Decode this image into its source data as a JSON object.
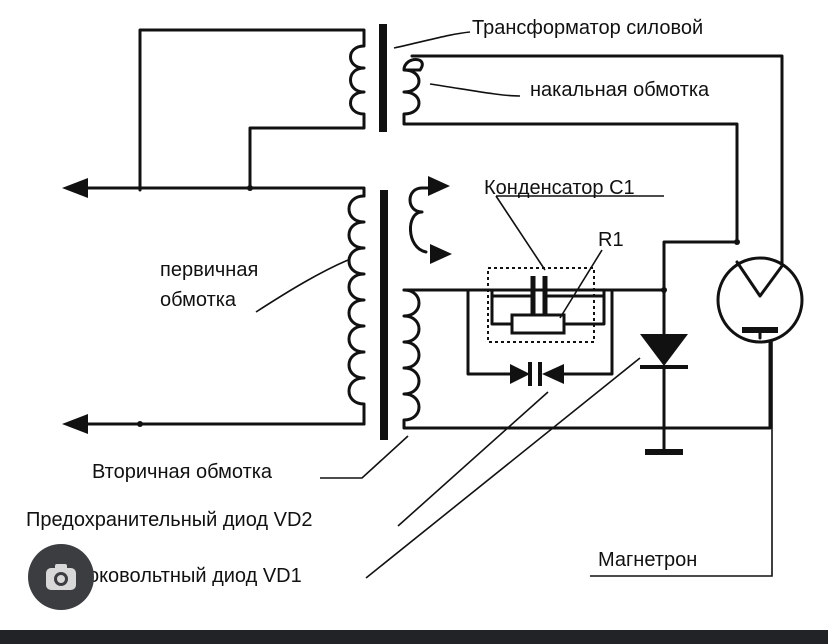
{
  "labels": {
    "transformer": "Трансформатор силовой",
    "heater_winding": "накальная обмотка",
    "capacitor": "Конденсатор С1",
    "resistor": "R1",
    "primary_line1": "первичная",
    "primary_line2": "обмотка",
    "secondary": "Вторичная обмотка",
    "protect_diode": "Предохранительный диод VD2",
    "hv_diode": "Высоковольтный диод VD1",
    "magnetron": "Магнетрон"
  },
  "overlay": {
    "lens_icon": "lens-camera-icon"
  }
}
